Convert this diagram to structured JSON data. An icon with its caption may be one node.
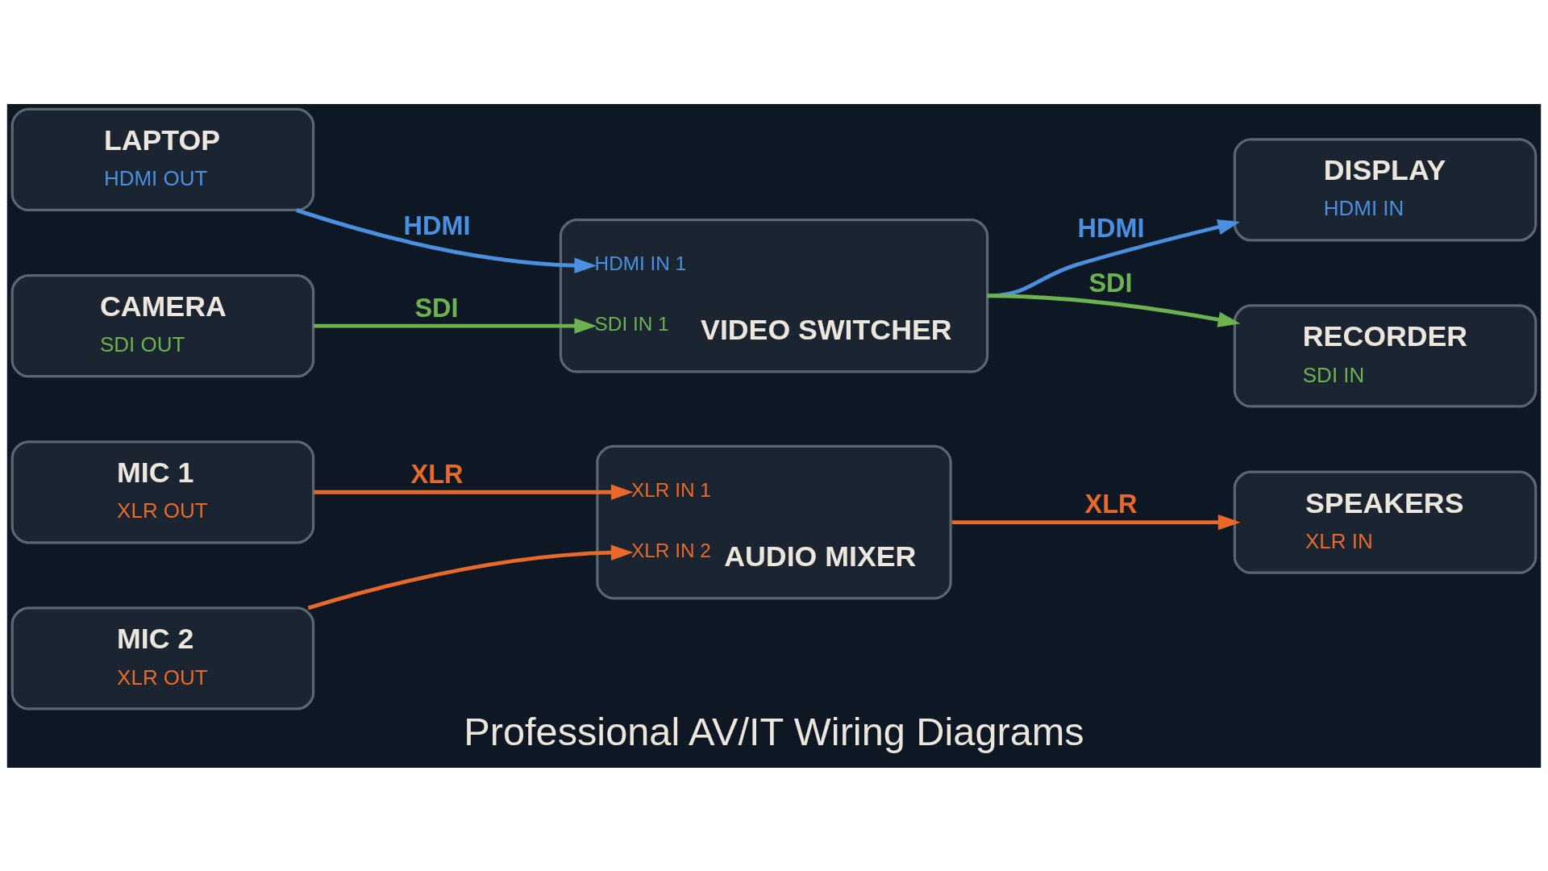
{
  "diagram": {
    "caption": "Professional AV/IT Wiring Diagrams",
    "nodes": [
      {
        "text": [
          "LAPTOP",
          "HDMI OUT"
        ]
      },
      {
        "text": [
          "CAMERA",
          "SDI OUT"
        ]
      },
      {
        "text": [
          "MIC 1",
          "XLR OUT"
        ]
      },
      {
        "text": [
          "MIC 2",
          "XLR OUT"
        ]
      },
      {
        "text": [
          "HDMI IN 1",
          "SDI IN 1",
          "VIDEO SWITCHER"
        ]
      },
      {
        "text": [
          "XLR IN 1",
          "XLR IN 2",
          "AUDIO MIXER"
        ]
      },
      {
        "text": [
          "DISPLAY",
          "HDMI IN"
        ]
      },
      {
        "text": [
          "RECORDER",
          "SDI IN"
        ]
      },
      {
        "text": [
          "SPEAKERS",
          "XLR IN"
        ]
      }
    ],
    "edges": [
      {
        "from": 0,
        "to": 4,
        "arrow": "to",
        "label": "HDMI",
        "color": "#4a8fe0"
      },
      {
        "from": 1,
        "to": 4,
        "arrow": "to",
        "label": "SDI",
        "color": "#6cb24e"
      },
      {
        "from": 2,
        "to": 5,
        "arrow": "to",
        "label": "XLR",
        "color": "#e8692a"
      },
      {
        "from": 3,
        "to": 5,
        "arrow": "to",
        "color": "#e8692a"
      },
      {
        "from": 4,
        "to": 6,
        "arrow": "to",
        "label": "HDMI",
        "color": "#4a8fe0"
      },
      {
        "from": 4,
        "to": 7,
        "arrow": "to",
        "label": "SDI",
        "color": "#6cb24e"
      },
      {
        "from": 5,
        "to": 8,
        "arrow": "to",
        "label": "XLR",
        "color": "#e8692a"
      }
    ]
  }
}
